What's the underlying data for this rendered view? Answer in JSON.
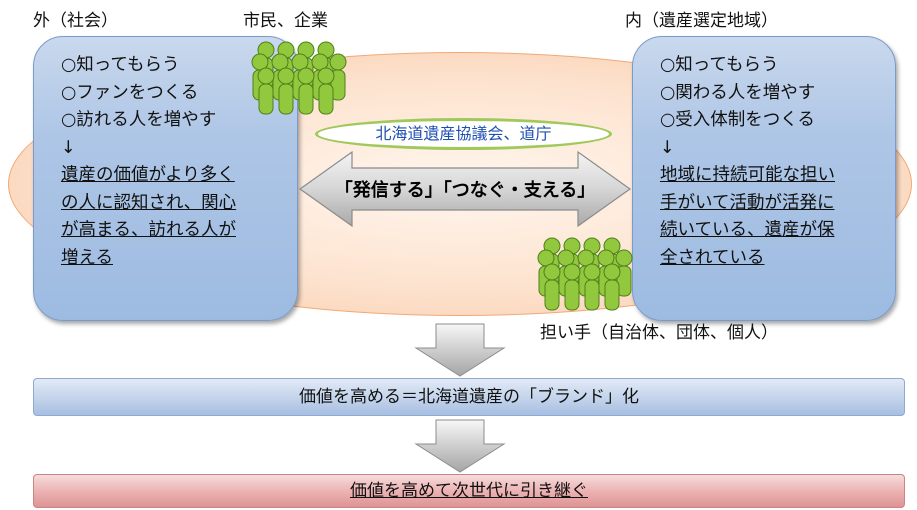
{
  "outer_label": "外（社会）",
  "citizens_label": "市民、企業",
  "inner_label": "内（遺産選定地域）",
  "bearers_label": "担い手（自治体、団体、個人）",
  "left_panel": {
    "lines": [
      "○知ってもらう",
      "○ファンをつくる",
      "○訪れる人を増やす",
      "↓"
    ],
    "underlined": [
      "遺産の価値がより多く",
      "の人に認知され、関心",
      "が高まる、訪れる人が",
      "増える"
    ]
  },
  "right_panel": {
    "lines": [
      "○知ってもらう",
      "○関わる人を増やす",
      "○受入体制をつくる",
      "↓"
    ],
    "underlined": [
      "地域に持続可能な担い",
      "手がいて活動が活発に",
      "続いている、遺産が保",
      "全されている"
    ]
  },
  "council_label": "北海道遺産協議会、道庁",
  "arrow_label": "「発信する」「つなぐ・支える」",
  "value_bar": "価値を高める＝北海道遺産の「ブランド」化",
  "goal_bar": "価値を高めて次世代に引き継ぐ",
  "colors": {
    "ellipse": "#fde3cf",
    "panel": "#aec6e6",
    "people": "#92c83e",
    "oval_border": "#a0c85a",
    "oval_text": "#1f4fb3",
    "value_bar": "#c5d5ec",
    "goal_bar": "#ecb3b3"
  }
}
